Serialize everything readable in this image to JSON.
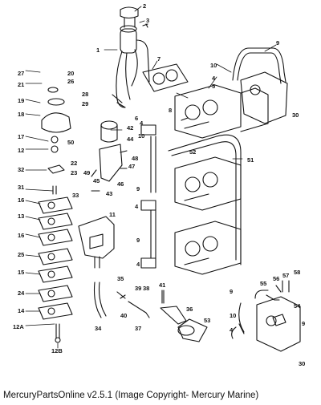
{
  "caption": "MercuryPartsOnline v2.5.1 (Image Copyright- Mercury Marine)",
  "callouts": [
    "1",
    "2",
    "3",
    "4",
    "5",
    "6",
    "7",
    "8",
    "9",
    "10",
    "11",
    "12",
    "12A",
    "12B",
    "13",
    "14",
    "15",
    "16",
    "17",
    "18",
    "19",
    "20",
    "21",
    "22",
    "23",
    "24",
    "25",
    "26",
    "27",
    "28",
    "29",
    "30",
    "31",
    "32",
    "33",
    "34",
    "35",
    "36",
    "37",
    "38",
    "39",
    "40",
    "41",
    "42",
    "43",
    "44",
    "45",
    "46",
    "47",
    "48",
    "49",
    "50",
    "51",
    "52",
    "53",
    "54",
    "55",
    "56",
    "57",
    "58"
  ]
}
